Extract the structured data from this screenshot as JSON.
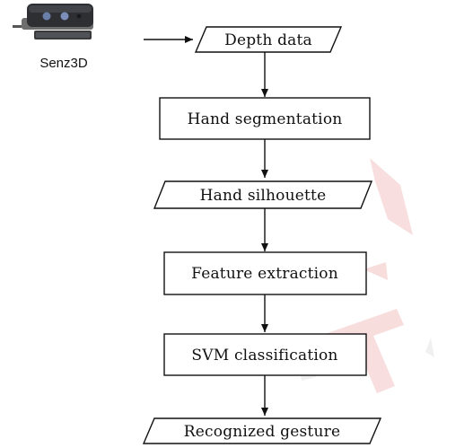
{
  "device": {
    "label": "Senz3D",
    "icon": "depth-camera-icon"
  },
  "nodes": [
    {
      "id": "depth-data",
      "shape": "parallelogram",
      "label": "Depth data"
    },
    {
      "id": "hand-segmentation",
      "shape": "rectangle",
      "label": "Hand segmentation"
    },
    {
      "id": "hand-silhouette",
      "shape": "parallelogram",
      "label": "Hand silhouette"
    },
    {
      "id": "feature-extraction",
      "shape": "rectangle",
      "label": "Feature extraction"
    },
    {
      "id": "svm-classification",
      "shape": "rectangle",
      "label": "SVM classification"
    },
    {
      "id": "recognized-gesture",
      "shape": "parallelogram",
      "label": "Recognized gesture"
    }
  ],
  "edges": [
    {
      "from": "device",
      "to": "depth-data"
    },
    {
      "from": "depth-data",
      "to": "hand-segmentation"
    },
    {
      "from": "hand-segmentation",
      "to": "hand-silhouette"
    },
    {
      "from": "hand-silhouette",
      "to": "feature-extraction"
    },
    {
      "from": "feature-extraction",
      "to": "svm-classification"
    },
    {
      "from": "svm-classification",
      "to": "recognized-gesture"
    }
  ],
  "colors": {
    "watermark": "#f3c2c2",
    "line": "#111111"
  }
}
